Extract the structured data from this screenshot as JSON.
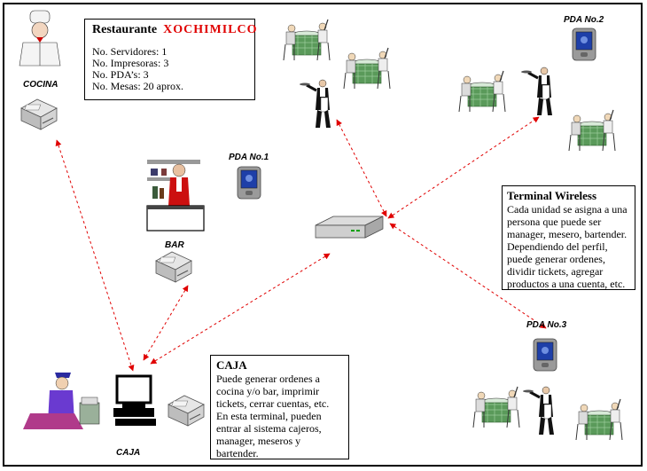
{
  "restaurant_box": {
    "title": "Restaurante",
    "name": "XOCHIMILCO",
    "lines": [
      "No. Servidores: 1",
      "No. Impresoras: 3",
      "No. PDA’s: 3",
      "No. Mesas:  20 aprox."
    ]
  },
  "labels": {
    "cocina": "COCINA",
    "bar": "BAR",
    "caja": "CAJA",
    "pda1": "PDA No.1",
    "pda2": "PDA No.2",
    "pda3": "PDA No.3"
  },
  "wireless_box": {
    "title": "Terminal Wireless",
    "body": "Cada unidad se asigna a una persona que puede ser manager, mesero, bartender. Dependiendo del perfil, puede generar ordenes, dividir tickets, agregar productos a una cuenta, etc."
  },
  "caja_box": {
    "title": "CAJA",
    "body": "Puede generar ordenes a cocina y/o bar, imprimir tickets, cerrar cuentas, etc. En esta terminal, pueden entrar al sistema cajeros, manager, meseros y bartender."
  },
  "colors": {
    "link": "#e00000",
    "table_cloth": "#5a9a5a",
    "device_gray": "#c8c8c8"
  }
}
